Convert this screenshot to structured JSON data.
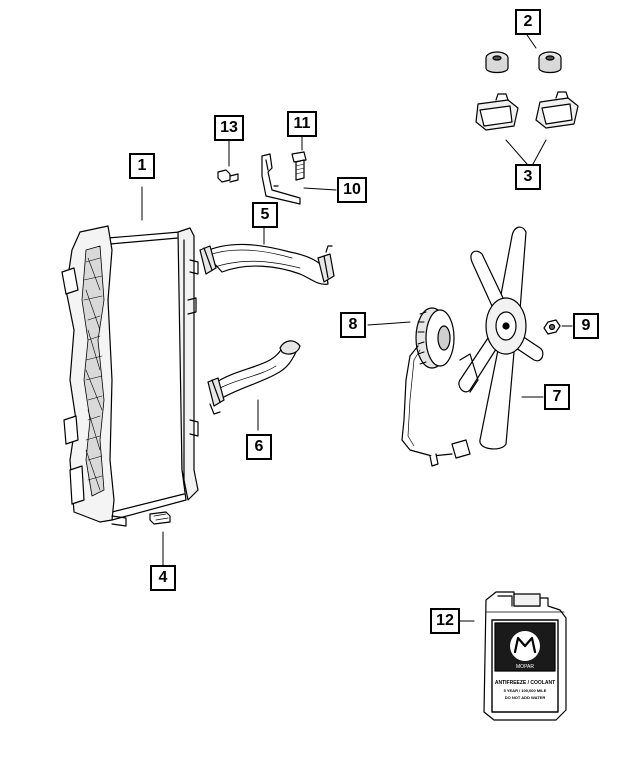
{
  "callouts": {
    "c1": "1",
    "c2": "2",
    "c3": "3",
    "c4": "4",
    "c5": "5",
    "c6": "6",
    "c7": "7",
    "c8": "8",
    "c9": "9",
    "c10": "10",
    "c11": "11",
    "c12": "12",
    "c13": "13"
  },
  "jug_label": {
    "brand": "MOPAR",
    "line1": "ANTIFREEZE / COOLANT",
    "line2": "5 YEAR / 100,000 MILE",
    "line3": "DO NOT ADD WATER"
  },
  "colors": {
    "ink": "#000000",
    "paper": "#ffffff",
    "shade": "#d9d9d9",
    "dark": "#3a3a3a"
  }
}
